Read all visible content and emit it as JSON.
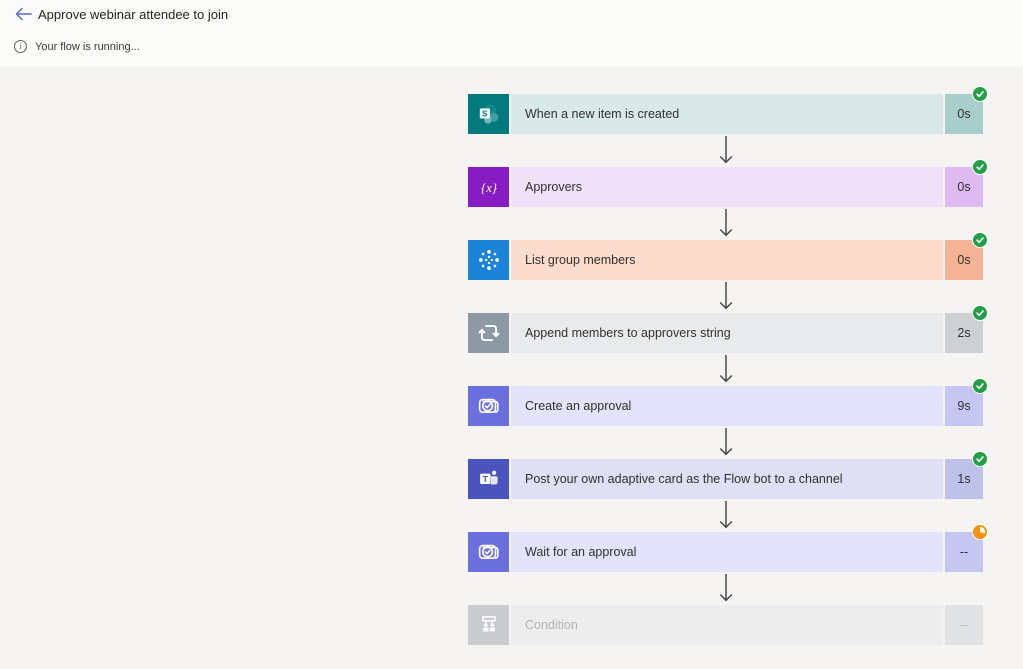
{
  "header": {
    "title": "Approve webinar attendee to join",
    "back_icon": "back-arrow"
  },
  "status_bar": {
    "message": "Your flow is running...",
    "icon": "info-icon"
  },
  "colors": {
    "canvas_bg": "#f5f4f3",
    "header_bg": "#fbfbfa",
    "success_badge": "#23a047",
    "running_badge": "#f5930b",
    "arrow": "#4a4a4a",
    "back_arrow": "#5f6ac4",
    "disabled_text": "#b6b4b2"
  },
  "flow": {
    "steps": [
      {
        "title": "When a new item is created",
        "duration": "0s",
        "status": "success",
        "icon": "sharepoint-icon",
        "icon_bg": "#03797d",
        "card_bg": "#d9e9e8",
        "duration_bg": "#a8cdcb",
        "disabled": false
      },
      {
        "title": "Approvers",
        "duration": "0s",
        "status": "success",
        "icon": "variables-icon",
        "icon_bg": "#871cc3",
        "card_bg": "#f0e1f9",
        "duration_bg": "#ddbbf1",
        "disabled": false
      },
      {
        "title": "List group members",
        "duration": "0s",
        "status": "success",
        "icon": "azure-ad-icon",
        "icon_bg": "#1b84d9",
        "card_bg": "#fcdccc",
        "duration_bg": "#f6b294",
        "disabled": false
      },
      {
        "title": "Append members to approvers string",
        "duration": "2s",
        "status": "success",
        "icon": "apply-to-each-icon",
        "icon_bg": "#8d99a4",
        "card_bg": "#e9eaeb",
        "duration_bg": "#ced1d4",
        "disabled": false
      },
      {
        "title": "Create an approval",
        "duration": "9s",
        "status": "success",
        "icon": "approvals-icon",
        "icon_bg": "#6b70de",
        "card_bg": "#e3e4fa",
        "duration_bg": "#c5c7f2",
        "disabled": false
      },
      {
        "title": "Post your own adaptive card as the Flow bot to a channel",
        "duration": "1s",
        "status": "success",
        "icon": "teams-icon",
        "icon_bg": "#4b53bc",
        "card_bg": "#dfe0f4",
        "duration_bg": "#bfc2e8",
        "disabled": false
      },
      {
        "title": "Wait for an approval",
        "duration": "--",
        "status": "running",
        "icon": "approvals-icon",
        "icon_bg": "#6b70de",
        "card_bg": "#e3e4fa",
        "duration_bg": "#c5c7f2",
        "disabled": false
      },
      {
        "title": "Condition",
        "duration": "--",
        "status": "none",
        "icon": "condition-icon",
        "icon_bg": "#c9cbce",
        "card_bg": "#ededee",
        "duration_bg": "#e1e2e3",
        "disabled": true
      }
    ]
  }
}
